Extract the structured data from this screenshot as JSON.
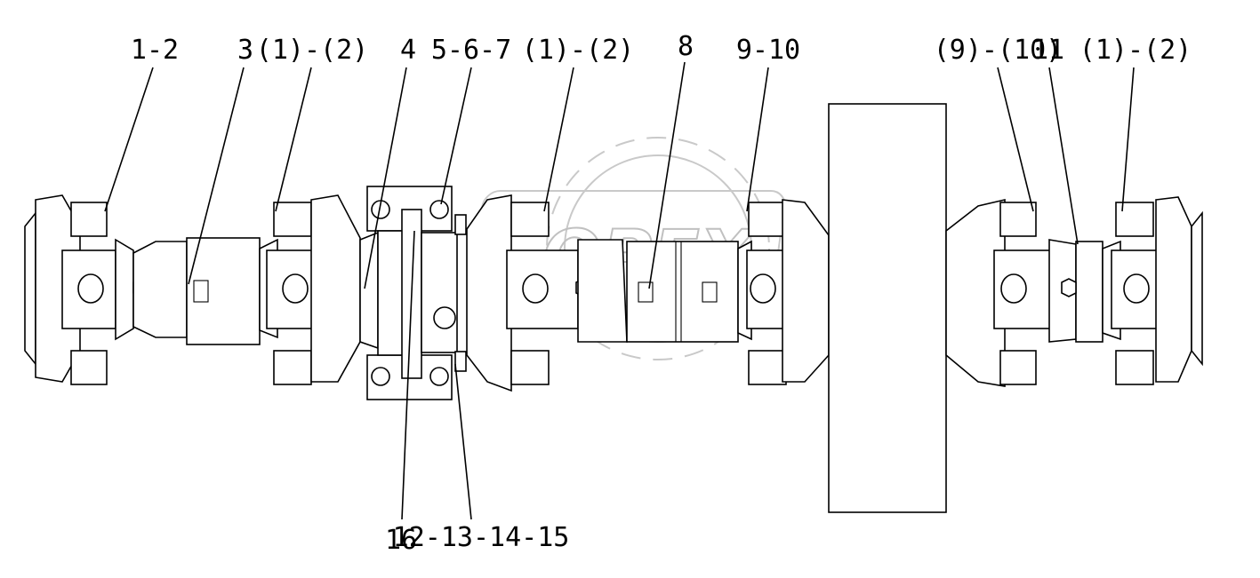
{
  "diagram": {
    "watermark": "OPEX",
    "callouts": [
      {
        "id": "c1",
        "text": "1-2"
      },
      {
        "id": "c2",
        "text": "3"
      },
      {
        "id": "c3",
        "text": "(1)-(2)"
      },
      {
        "id": "c4",
        "text": "4"
      },
      {
        "id": "c5",
        "text": "5-6-7"
      },
      {
        "id": "c6",
        "text": "(1)-(2)"
      },
      {
        "id": "c7",
        "text": "8"
      },
      {
        "id": "c8",
        "text": "9-10"
      },
      {
        "id": "c9",
        "text": "(9)-(10)"
      },
      {
        "id": "c10",
        "text": "11"
      },
      {
        "id": "c11",
        "text": "(1)-(2)"
      },
      {
        "id": "c12",
        "text": "16"
      },
      {
        "id": "c13",
        "text": "12-13-14-15"
      }
    ]
  }
}
